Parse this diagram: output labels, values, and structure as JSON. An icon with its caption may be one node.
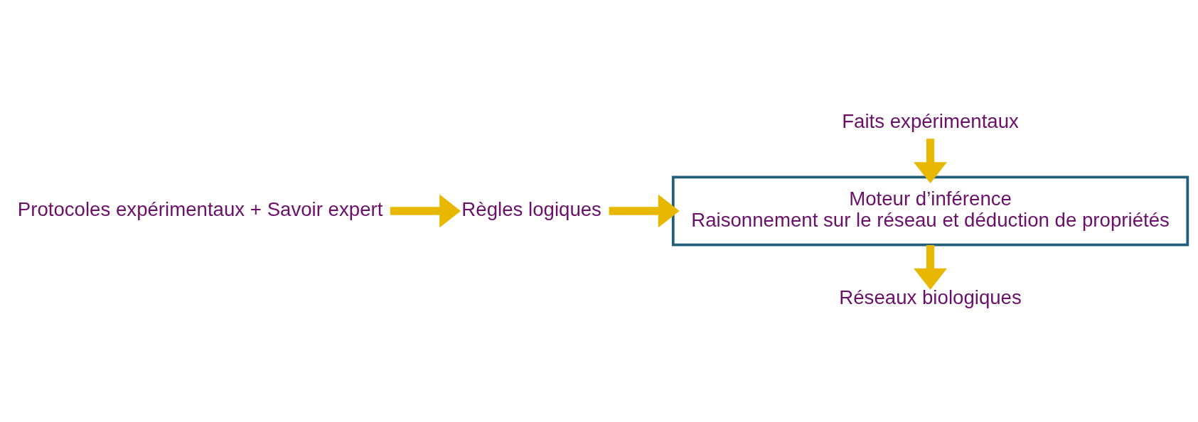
{
  "diagram": {
    "nodes": [
      {
        "text": [
          "Protocoles expérimentaux + Savoir expert"
        ]
      },
      {
        "text": [
          "Règles logiques"
        ]
      },
      {
        "text": [
          "Faits expérimentaux"
        ]
      },
      {
        "text": [
          "Moteur d’inférence",
          "Raisonnement sur le réseau et déduction de propriétés"
        ]
      },
      {
        "text": [
          "Réseaux biologiques"
        ]
      }
    ],
    "edges": [
      {
        "from": 0,
        "to": 1,
        "arrow": "to"
      },
      {
        "from": 1,
        "to": 3,
        "arrow": "to"
      },
      {
        "from": 2,
        "to": 3,
        "arrow": "to"
      },
      {
        "from": 3,
        "to": 4,
        "arrow": "to"
      }
    ]
  }
}
